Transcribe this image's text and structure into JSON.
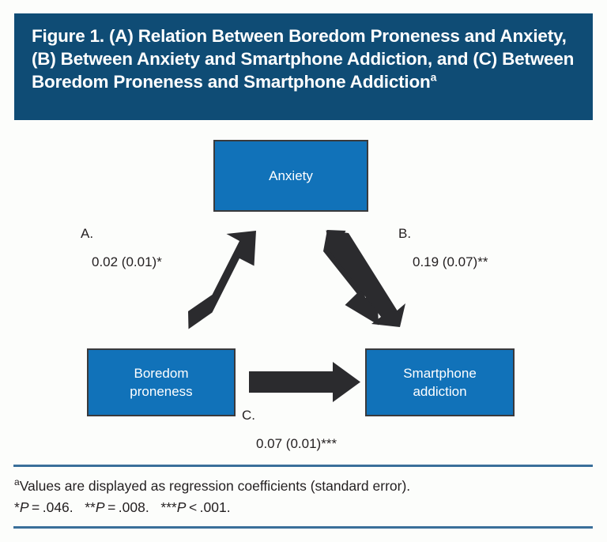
{
  "figure": {
    "title": "Figure 1. (A) Relation Between Boredom Proneness and Anxiety, (B) Between Anxiety and Smartphone Addiction, and (C) Between Boredom Proneness and Smartphone Addiction",
    "title_superscript": "a",
    "banner_color": "#0f4c75",
    "node_color": "#1172b9",
    "arrow_color": "#2b2b2e",
    "rule_color": "#3a6f9a",
    "background_color": "#fcfdfb"
  },
  "chart_data": {
    "type": "diagram",
    "title": "Figure 1. (A) Relation Between Boredom Proneness and Anxiety, (B) Between Anxiety and Smartphone Addiction, and (C) Between Boredom Proneness and Smartphone Addiction",
    "subtitle": "",
    "xlabel": "",
    "ylabel": "",
    "nodes": [
      {
        "id": "anxiety",
        "label": "Anxiety",
        "label_line1": "Anxiety",
        "label_line2": ""
      },
      {
        "id": "boredom",
        "label": "Boredom proneness",
        "label_line1": "Boredom",
        "label_line2": "proneness"
      },
      {
        "id": "smartphone",
        "label": "Smartphone addiction",
        "label_line1": "Smartphone",
        "label_line2": "addiction"
      }
    ],
    "edges": [
      {
        "id": "a",
        "letter": "A.",
        "from": "boredom",
        "to": "anxiety",
        "coefficient": 0.02,
        "standard_error": 0.01,
        "significance": "*",
        "value_text": "0.02 (0.01)*"
      },
      {
        "id": "b",
        "letter": "B.",
        "from": "anxiety",
        "to": "smartphone",
        "coefficient": 0.19,
        "standard_error": 0.07,
        "significance": "**",
        "value_text": "0.19 (0.07)**"
      },
      {
        "id": "c",
        "letter": "C.",
        "from": "boredom",
        "to": "smartphone",
        "coefficient": 0.07,
        "standard_error": 0.01,
        "significance": "***",
        "value_text": "0.07 (0.01)***"
      }
    ],
    "legend_position": "none",
    "grid": false
  },
  "nodes": {
    "anxiety": {
      "line1": "Anxiety",
      "line2": ""
    },
    "boredom": {
      "line1": "Boredom",
      "line2": "proneness"
    },
    "smartphone": {
      "line1": "Smartphone",
      "line2": "addiction"
    }
  },
  "labels": {
    "a": {
      "letter": "A.",
      "value": "0.02 (0.01)*"
    },
    "b": {
      "letter": "B.",
      "value": "0.19 (0.07)**"
    },
    "c": {
      "letter": "C.",
      "value": "0.07 (0.01)***"
    }
  },
  "footnote": {
    "superscript": "a",
    "line1": "Values are displayed as regression coefficients (standard error).",
    "p1_stars": "*",
    "p1_rest": " = .046.",
    "p2_stars": "**",
    "p2_rest": " = .008.",
    "p3_stars": "***",
    "p3_rest": " < .001.",
    "p_italic": "P",
    "gap": "   "
  }
}
